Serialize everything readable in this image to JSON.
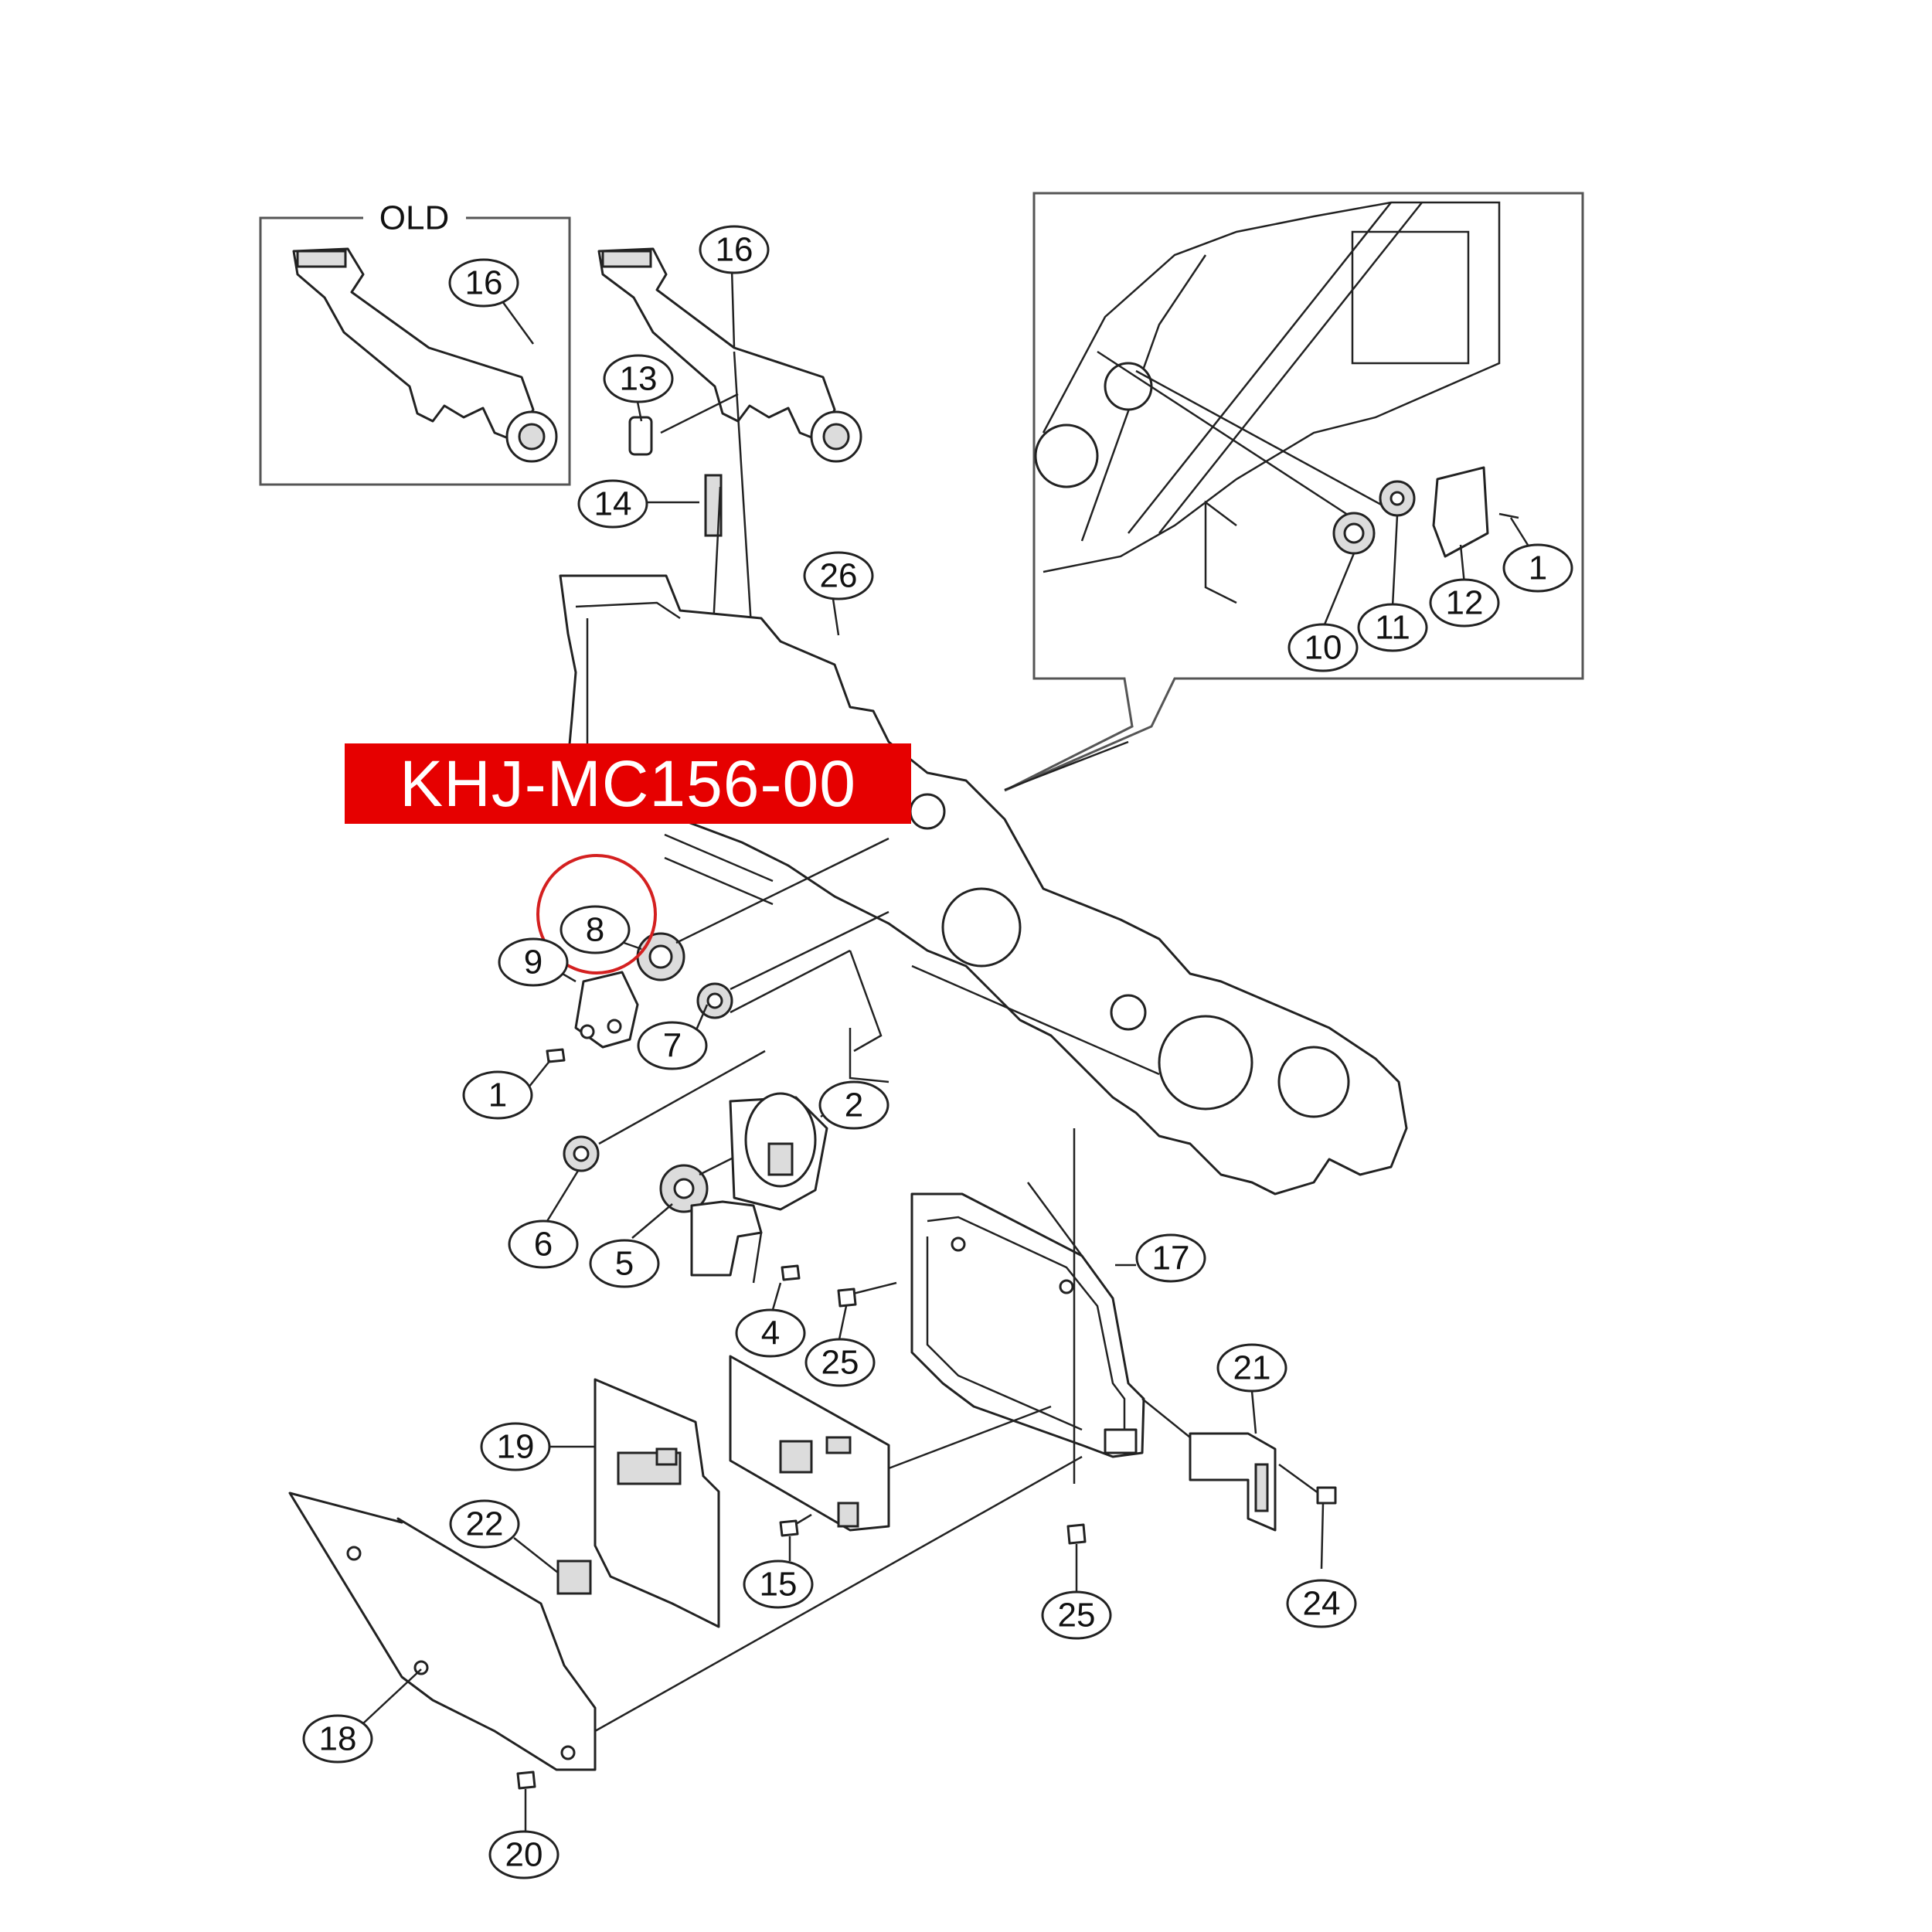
{
  "colors": {
    "banner_background": "#e60000",
    "banner_text": "#ffffff",
    "highlight_ring": "#d42020",
    "line": "#222222"
  },
  "banner": {
    "text": "KHJ-MC156-00"
  },
  "old_box": {
    "label": "OLD"
  },
  "highlighted_part": "8",
  "callouts": {
    "c1a": "1",
    "c1b": "1",
    "c2": "2",
    "c4": "4",
    "c5": "5",
    "c6": "6",
    "c7": "7",
    "c8": "8",
    "c9": "9",
    "c10": "10",
    "c11": "11",
    "c12": "12",
    "c13": "13",
    "c14": "14",
    "c15": "15",
    "c16a": "16",
    "c16b": "16",
    "c17": "17",
    "c18": "18",
    "c19": "19",
    "c20": "20",
    "c21": "21",
    "c22": "22",
    "c24": "24",
    "c25a": "25",
    "c25b": "25",
    "c26": "26"
  }
}
